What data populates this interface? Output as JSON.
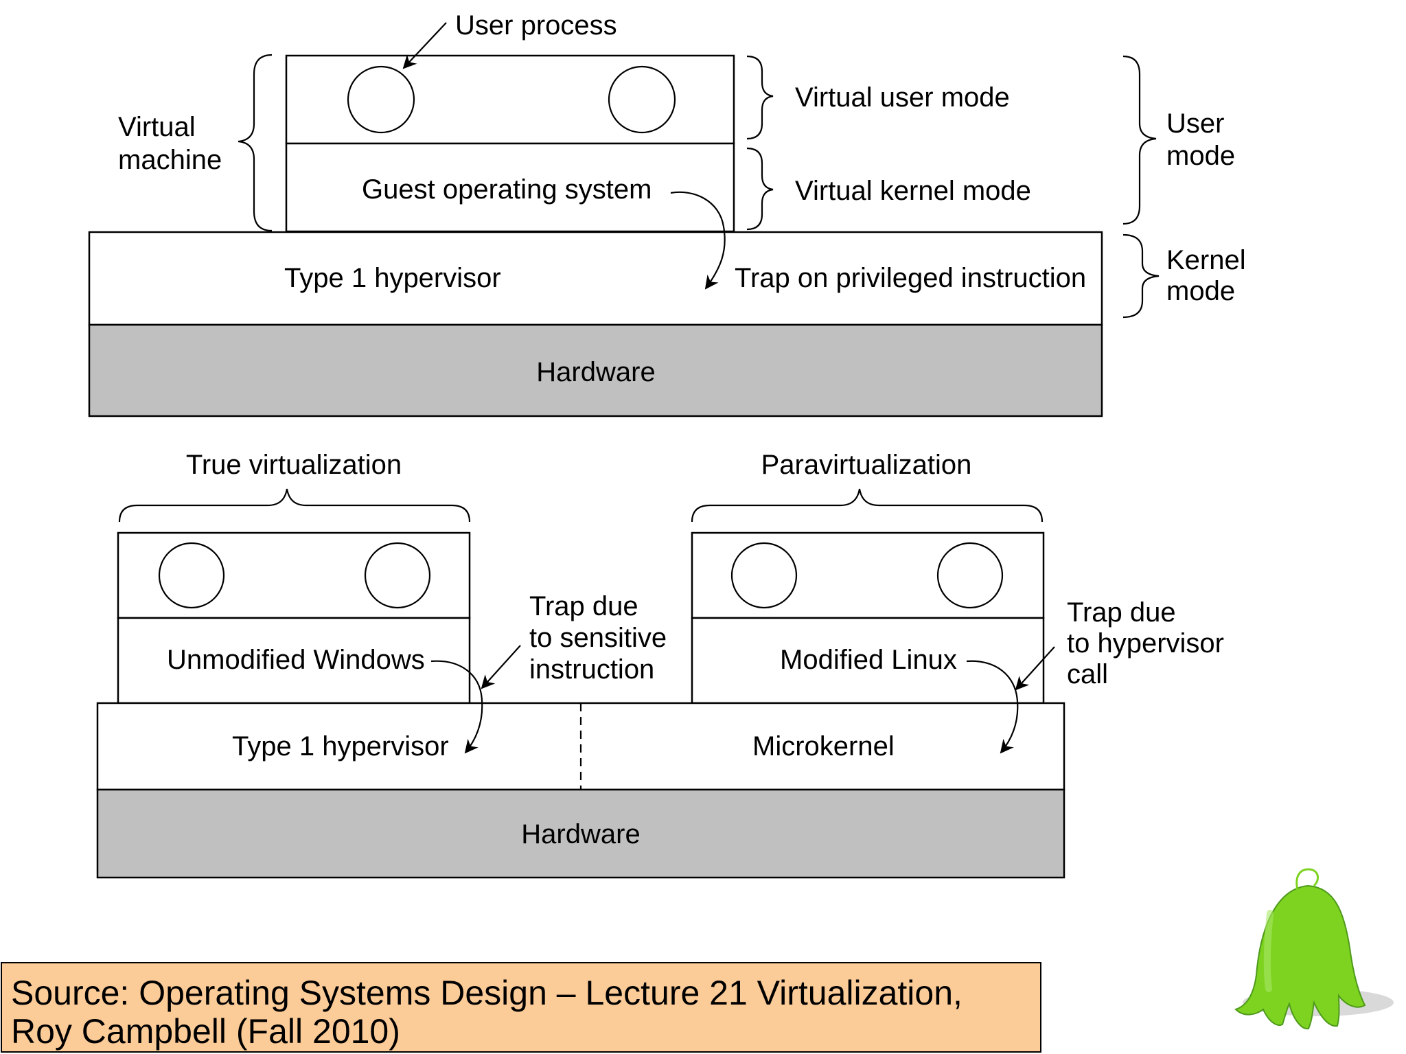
{
  "top": {
    "user_process": "User process",
    "virtual_machine": [
      "Virtual",
      "machine"
    ],
    "guest_os": "Guest operating system",
    "virtual_user_mode": "Virtual user mode",
    "virtual_kernel_mode": "Virtual kernel mode",
    "user_mode": [
      "User",
      "mode"
    ],
    "kernel_mode": [
      "Kernel",
      "mode"
    ],
    "hypervisor": "Type 1 hypervisor",
    "trap": "Trap on privileged instruction",
    "hardware": "Hardware"
  },
  "bottom": {
    "true_virtualization": "True virtualization",
    "paravirtualization": "Paravirtualization",
    "unmodified_windows": "Unmodified Windows",
    "modified_linux": "Modified Linux",
    "trap_sensitive": [
      "Trap due",
      "to sensitive",
      "instruction"
    ],
    "trap_hypervisor_call": [
      "Trap due",
      "to hypervisor",
      "call"
    ],
    "hypervisor": "Type 1 hypervisor",
    "microkernel": "Microkernel",
    "hardware": "Hardware"
  },
  "source": [
    "Source: Operating Systems Design – Lecture 21 Virtualization,",
    "Roy Campbell (Fall 2010)"
  ],
  "colors": {
    "hardware_fill": "#c0c0c0",
    "source_fill": "#fbcb98",
    "mascot_green": "#7ed321"
  },
  "icons": {
    "mascot": "green-ghost-mascot"
  }
}
